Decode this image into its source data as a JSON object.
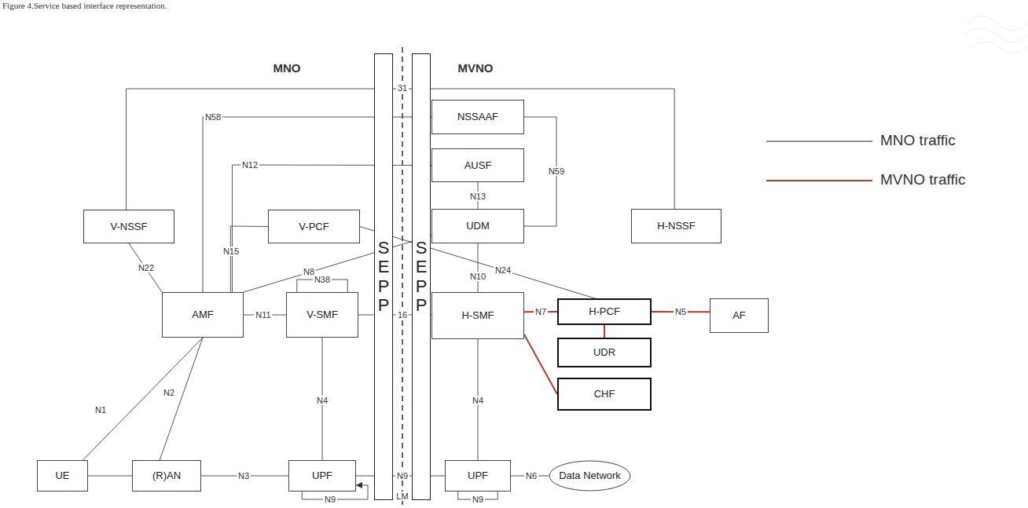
{
  "diagram": {
    "caption": "Figure 4.Service based interface representation.",
    "nodes": [
      {
        "text": [
          "SEPP"
        ]
      },
      {
        "text": [
          "SEPP"
        ]
      },
      {
        "text": [
          "NSSAAF"
        ]
      },
      {
        "text": [
          "AUSF"
        ]
      },
      {
        "text": [
          "V-NSSF"
        ]
      },
      {
        "text": [
          "V-PCF"
        ]
      },
      {
        "text": [
          "UDM"
        ]
      },
      {
        "text": [
          "H-NSSF"
        ]
      },
      {
        "text": [
          "AMF"
        ]
      },
      {
        "text": [
          "V-SMF"
        ]
      },
      {
        "text": [
          "H-SMF"
        ]
      },
      {
        "text": [
          "H-PCF"
        ]
      },
      {
        "text": [
          "AF"
        ]
      },
      {
        "text": [
          "UDR"
        ]
      },
      {
        "text": [
          "CHF"
        ]
      },
      {
        "text": [
          "UE"
        ]
      },
      {
        "text": [
          "(R)AN"
        ]
      },
      {
        "text": [
          "UPF"
        ]
      },
      {
        "text": [
          "UPF"
        ]
      },
      {
        "text": [
          "Data Network"
        ]
      }
    ],
    "edges": [
      {
        "from": 4,
        "to": 7,
        "label": "31",
        "arrow": "none"
      },
      {
        "from": 8,
        "to": 2,
        "label": "N58",
        "arrow": "none"
      },
      {
        "from": 8,
        "to": 3,
        "label": "N12",
        "arrow": "none"
      },
      {
        "from": 8,
        "to": 5,
        "label": "N15",
        "arrow": "none"
      },
      {
        "from": 8,
        "to": 4,
        "label": "N22",
        "arrow": "none"
      },
      {
        "from": 8,
        "to": 6,
        "label": "N8",
        "arrow": "none"
      },
      {
        "from": 8,
        "to": 9,
        "label": "N11",
        "arrow": "none"
      },
      {
        "from": 9,
        "to": 9,
        "label": "N38",
        "arrow": "none"
      },
      {
        "from": 9,
        "to": 10,
        "label": "16",
        "arrow": "none"
      },
      {
        "from": 9,
        "to": 17,
        "label": "N4",
        "arrow": "none"
      },
      {
        "from": 10,
        "to": 18,
        "label": "N4",
        "arrow": "none"
      },
      {
        "from": 15,
        "to": 8,
        "label": "N1",
        "arrow": "none"
      },
      {
        "from": 16,
        "to": 8,
        "label": "N2",
        "arrow": "none"
      },
      {
        "from": 15,
        "to": 16,
        "arrow": "none"
      },
      {
        "from": 16,
        "to": 17,
        "label": "N3",
        "arrow": "none"
      },
      {
        "from": 17,
        "to": 18,
        "label": "N9",
        "arrow": "none"
      },
      {
        "from": 17,
        "to": 17,
        "label": "N9",
        "arrow": "to"
      },
      {
        "from": 18,
        "to": 18,
        "label": "N9",
        "arrow": "none"
      },
      {
        "from": 18,
        "to": 19,
        "label": "N6",
        "arrow": "none"
      },
      {
        "from": 6,
        "to": 3,
        "label": "N13",
        "arrow": "none"
      },
      {
        "from": 2,
        "to": 6,
        "label": "N59",
        "arrow": "none"
      },
      {
        "from": 6,
        "to": 10,
        "label": "N10",
        "arrow": "none"
      },
      {
        "from": 5,
        "to": 11,
        "label": "N24",
        "arrow": "none"
      },
      {
        "from": 10,
        "to": 11,
        "label": "N7",
        "arrow": "none"
      },
      {
        "from": 11,
        "to": 12,
        "label": "N5",
        "arrow": "none"
      },
      {
        "from": 11,
        "to": 13,
        "arrow": "none"
      },
      {
        "from": 10,
        "to": 14,
        "arrow": "none"
      }
    ],
    "labels": [
      "MNO",
      "MVNO",
      "LM"
    ],
    "legend": [
      {
        "text": "MNO traffic"
      },
      {
        "text": "MVNO traffic"
      }
    ]
  }
}
